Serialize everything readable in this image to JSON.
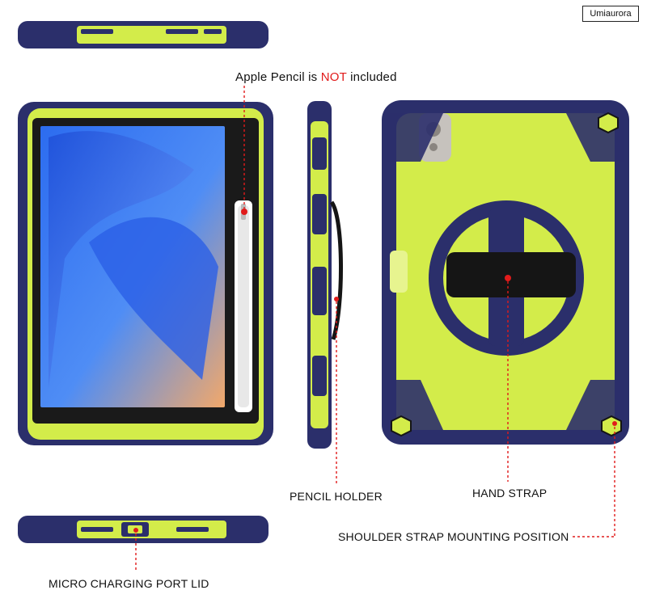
{
  "brand": {
    "name": "Umiaurora"
  },
  "annotations": {
    "pencil_note": {
      "prefix": "Apple Pencil is ",
      "emphasis": "NOT",
      "suffix": " included"
    },
    "pencil_holder": "PENCIL HOLDER",
    "hand_strap": "HAND STRAP",
    "shoulder_strap": "SHOULDER STRAP MOUNTING POSITION",
    "port_lid": "MICRO CHARGING PORT LID"
  },
  "colors": {
    "navy": "#2b2f6b",
    "lime": "#d3ec4a",
    "callout": "#e11b1b",
    "strap": "#151515",
    "screen_blue": "#3f6fe0"
  }
}
